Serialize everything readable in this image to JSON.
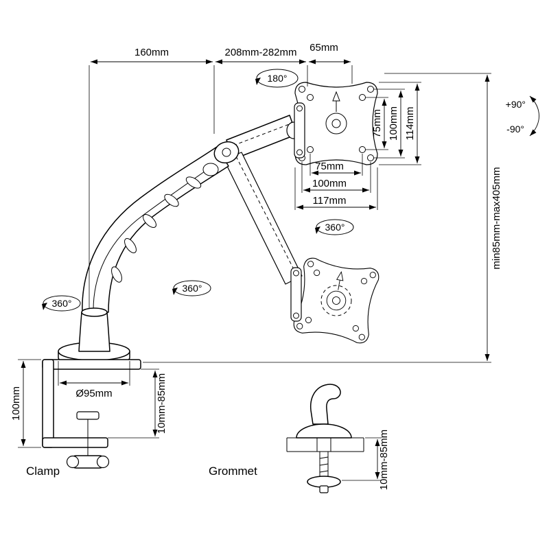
{
  "dims": {
    "d160": "160mm",
    "d208": "208mm-282mm",
    "d65": "65mm",
    "v75": "75mm",
    "v100": "100mm",
    "v114": "114mm",
    "h75": "75mm",
    "h100": "100mm",
    "h117": "117mm",
    "height_range": "min85mm-max405mm",
    "base_dia": "Ø95mm",
    "clamp_h": "100mm",
    "clamp_range": "10mm-85mm",
    "grommet_range": "10mm-85mm"
  },
  "rot": {
    "r180": "180°",
    "r360_head": "360°",
    "r360_arm": "360°",
    "r360_base": "360°",
    "p90": "+90°",
    "n90": "-90°"
  },
  "captions": {
    "clamp": "Clamp",
    "grommet": "Grommet"
  },
  "colors": {
    "line": "#000000",
    "background": "#ffffff"
  }
}
